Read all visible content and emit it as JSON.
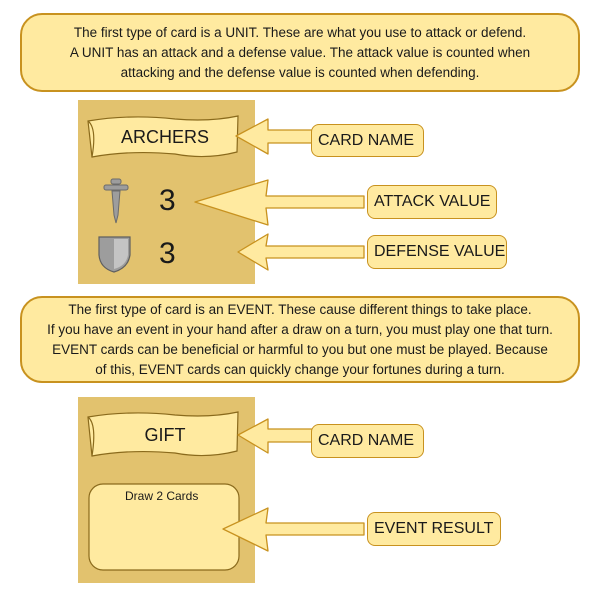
{
  "unit_intro": {
    "lines": [
      "The first type of card is a UNIT. These are what you use to attack or defend.",
      "A UNIT has an attack and a defense value. The attack value is counted when",
      "attacking and the defense value is counted when defending."
    ]
  },
  "unit_card": {
    "name": "ARCHERS",
    "attack": "3",
    "defense": "3",
    "attack_icon": "sword-icon",
    "defense_icon": "shield-icon"
  },
  "unit_callouts": {
    "card_name": "CARD NAME",
    "attack_value": "ATTACK VALUE",
    "defense_value": "DEFENSE VALUE"
  },
  "event_intro": {
    "lines": [
      "The first type of card is an EVENT. These cause different things to take place.",
      "If you have an event in your hand after a draw on a turn, you must play one that turn.",
      "EVENT cards can be beneficial or harmful to you but one must be played. Because",
      "of this, EVENT cards can quickly change your fortunes during a turn."
    ]
  },
  "event_card": {
    "name": "GIFT",
    "result": "Draw 2 Cards"
  },
  "event_callouts": {
    "card_name": "CARD NAME",
    "event_result": "EVENT RESULT"
  },
  "colors": {
    "box_fill": "#ffeaa0",
    "box_border": "#c8921f",
    "card_bg": "#e2c26e",
    "arrow_fill": "#ffeaa0",
    "arrow_stroke": "#c8921f"
  }
}
